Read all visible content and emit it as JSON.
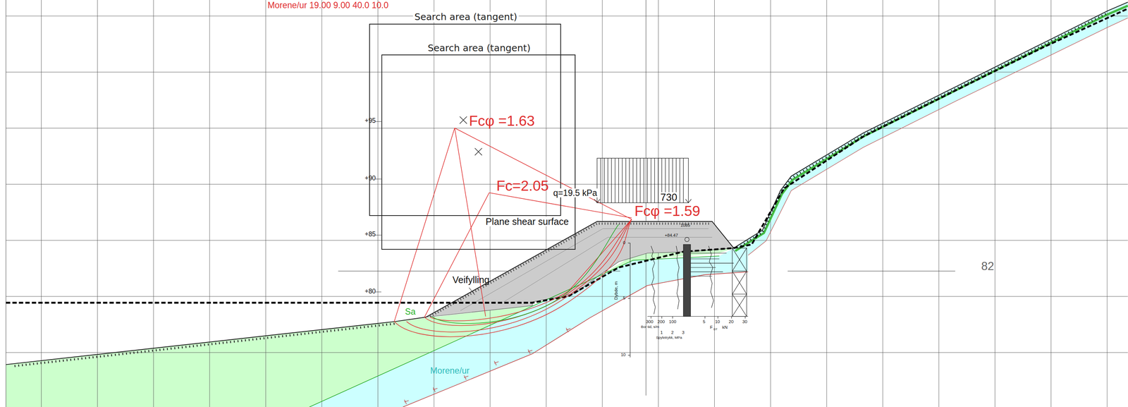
{
  "diagram": {
    "nodes": [
      {
        "text": [
          "Search area (tangent)"
        ]
      },
      {
        "text": [
          "Search area (tangent)"
        ]
      }
    ],
    "labels": [
      "Morene/ur 19.00 9.00 40.0 10.0",
      "Fcφ =1.63",
      "Fc=2.05",
      "q=19.5 kPa",
      "730",
      "Fcφ =1.59",
      "Plane shear surface",
      "+95",
      "+90",
      "+85",
      "+80",
      "Veifylling",
      "Sa",
      "Morene/ur",
      "82",
      "+84.47",
      "1085",
      "0",
      "5",
      "10",
      "Dybde, m",
      "300",
      "200",
      "100",
      "Bor tid, s/m",
      "1",
      "2",
      "3",
      "Spyletrykk, MPa",
      "5",
      "10",
      "20",
      "30",
      "F",
      "DT",
      "kN"
    ]
  }
}
